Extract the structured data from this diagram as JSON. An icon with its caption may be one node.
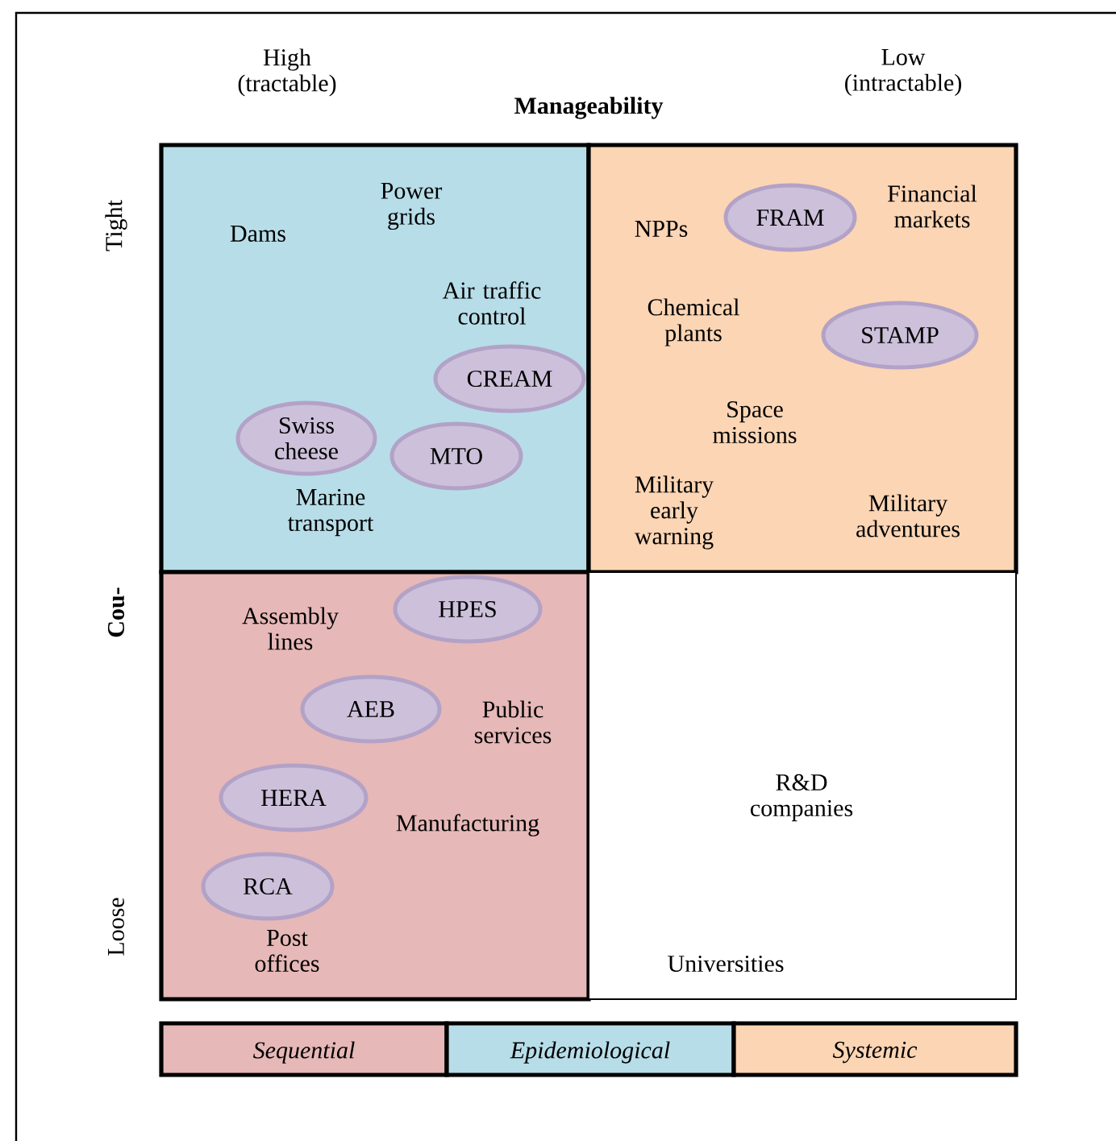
{
  "diagram": {
    "nodes": [
      {
        "text": [
          "Dams",
          "Power grids",
          "Air traffic control",
          "Marine transport"
        ]
      },
      {
        "text": [
          "NPPs",
          "Financial markets",
          "Chemical plants",
          "Space missions",
          "Military early warning",
          "Military adventures"
        ]
      },
      {
        "text": [
          "Assembly lines",
          "Public services",
          "Manufacturing",
          "Post offices"
        ]
      },
      {
        "text": [
          "R&D companies",
          "Universities"
        ]
      },
      {
        "text": [
          "CREAM"
        ],
        "in": 0
      },
      {
        "text": [
          "MTO"
        ],
        "in": 0
      },
      {
        "text": [
          "Swiss cheese"
        ],
        "in": 0
      },
      {
        "text": [
          "FRAM"
        ],
        "in": 1
      },
      {
        "text": [
          "STAMP"
        ],
        "in": 1
      },
      {
        "text": [
          "HPES"
        ],
        "in": 2
      },
      {
        "text": [
          "AEB"
        ],
        "in": 2
      },
      {
        "text": [
          "HERA"
        ],
        "in": 2
      },
      {
        "text": [
          "RCA"
        ],
        "in": 2
      }
    ],
    "labels": [
      "High (tractable)",
      "Manageability",
      "Low (intractable)",
      "Tight",
      "Cou-",
      "Loose"
    ],
    "legend": [
      {
        "text": "Sequential",
        "color": "#e6b8b7"
      },
      {
        "text": "Epidemiological",
        "color": "#b7dde8"
      },
      {
        "text": "Systemic",
        "color": "#fcd5b4"
      }
    ]
  }
}
